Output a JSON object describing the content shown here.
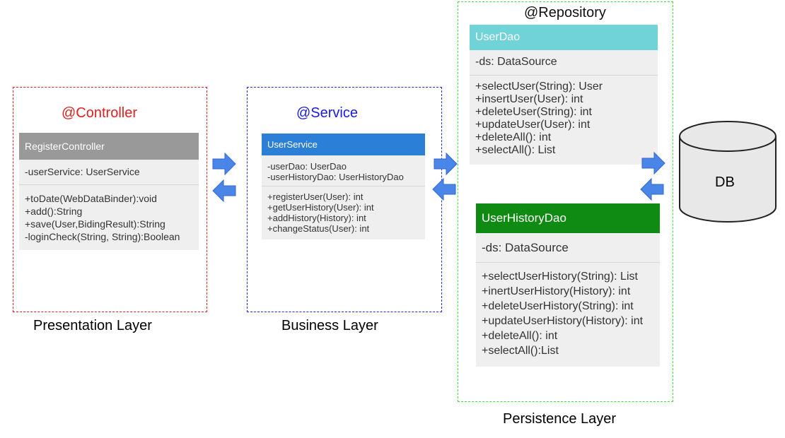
{
  "layers": {
    "presentation": {
      "label": "Presentation Layer",
      "annotation": "@Controller",
      "annotation_color": "#e02020"
    },
    "business": {
      "label": "Business Layer",
      "annotation": "@Service",
      "annotation_color": "#1a1ae0"
    },
    "persistence": {
      "label": "Persistence Layer",
      "annotation": "@Repository",
      "annotation_color": "#111111"
    }
  },
  "classes": {
    "register_controller": {
      "name": "RegisterController",
      "header_color": "#999999",
      "fields": [
        "-userService: UserService"
      ],
      "methods": [
        "+toDate(WebDataBinder):void",
        "+add():String",
        "+save(User,BidingResult):String",
        "-loginCheck(String, String):Boolean"
      ]
    },
    "user_service": {
      "name": "UserService",
      "header_color": "#2b7fd6",
      "fields": [
        "-userDao: UserDao",
        "-userHistoryDao: UserHistoryDao"
      ],
      "methods": [
        "+registerUser(User): int",
        "+getUserHistory(User): int",
        "+addHistory(History): int",
        "+changeStatus(User): int"
      ]
    },
    "user_dao": {
      "name": "UserDao",
      "header_color": "#6fd3d8",
      "fields": [
        "-ds: DataSource"
      ],
      "methods": [
        "+selectUser(String): User",
        "+insertUser(User): int",
        "+deleteUser(String): int",
        "+updateUser(User): int",
        "+deleteAll(): int",
        "+selectAll(): List"
      ]
    },
    "user_history_dao": {
      "name": "UserHistoryDao",
      "header_color": "#0f8a12",
      "fields": [
        "-ds: DataSource"
      ],
      "methods": [
        "+selectUserHistory(String): List",
        "+inertUserHistory(History): int",
        "+deleteUserHistory(String): int",
        "+updateUserHistory(History): int",
        "+deleteAll(): int",
        "+selectAll():List"
      ]
    }
  },
  "database": {
    "label": "DB"
  },
  "colors": {
    "arrow_fill": "#4a86e8",
    "arrow_stroke": "#3366cc"
  }
}
